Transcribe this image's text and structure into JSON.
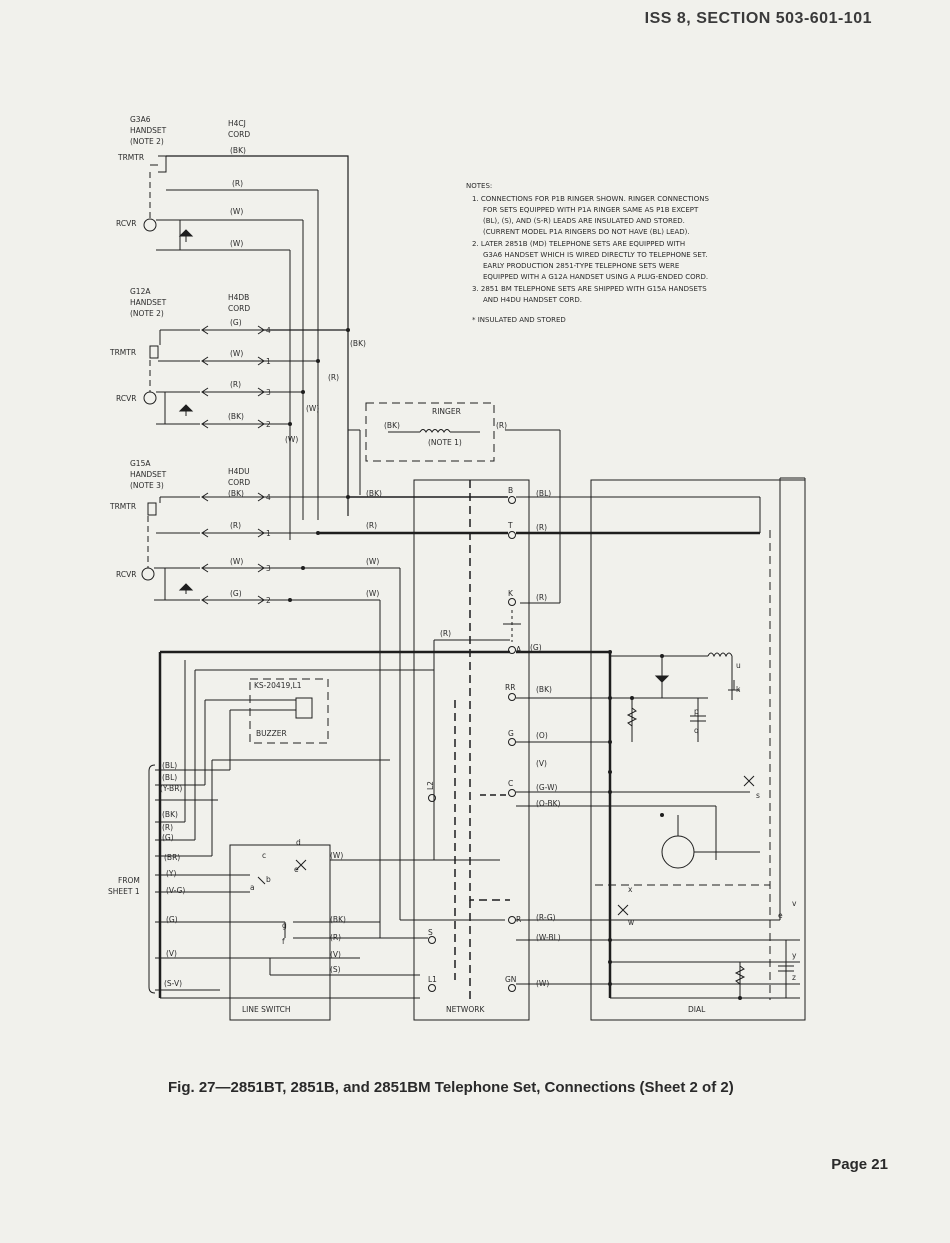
{
  "header": "ISS 8, SECTION 503-601-101",
  "caption": "Fig. 27—2851BT, 2851B, and 2851BM Telephone Set, Connections (Sheet 2 of 2)",
  "page_number": "Page 21",
  "notes": {
    "heading": "NOTES:",
    "lines": [
      "1. CONNECTIONS FOR P1B RINGER SHOWN. RINGER CONNECTIONS",
      "FOR SETS EQUIPPED WITH P1A RINGER SAME AS P1B EXCEPT",
      "(BL), (S), AND (S-R) LEADS ARE INSULATED AND STORED.",
      "(CURRENT MODEL P1A RINGERS DO NOT HAVE (BL) LEAD).",
      "2. LATER 2851B (MD) TELEPHONE SETS ARE EQUIPPED WITH",
      "G3A6 HANDSET WHICH IS WIRED DIRECTLY TO TELEPHONE SET.",
      "EARLY PRODUCTION 2851-TYPE TELEPHONE SETS WERE",
      "EQUIPPED WITH A G12A HANDSET USING A PLUG-ENDED CORD.",
      "3. 2851 BM TELEPHONE SETS ARE SHIPPED WITH G15A HANDSETS",
      "AND H4DU HANDSET CORD.",
      "* INSULATED AND STORED"
    ]
  },
  "handsets": [
    {
      "name": [
        "G3A6",
        "HANDSET",
        "(NOTE 2)"
      ],
      "cord": [
        "H4CJ",
        "CORD"
      ]
    },
    {
      "name": [
        "G12A",
        "HANDSET",
        "(NOTE 2)"
      ],
      "cord": [
        "H4DB",
        "CORD"
      ]
    },
    {
      "name": [
        "G15A",
        "HANDSET",
        "(NOTE 3)"
      ],
      "cord": [
        "H4DU",
        "CORD"
      ]
    }
  ],
  "labels": {
    "trmtr": "TRMTR",
    "rcvr": "RCVR",
    "ringer": "RINGER",
    "ringer_note": "(NOTE 1)",
    "buzzer": "BUZZER",
    "buzzer_code": "KS-20419,L1",
    "line_switch": "LINE SWITCH",
    "network": "NETWORK",
    "dial": "DIAL",
    "from_sheet": [
      "FROM",
      "SHEET 1"
    ]
  },
  "sheet1_leads": [
    "(BL)",
    "(BL)",
    "(Y-BR)",
    "(BK)",
    "(R)",
    "(G)",
    "(BR)",
    "(Y)",
    "(V-G)",
    "(G)",
    "(V)",
    "(S-V)"
  ],
  "network_terminals": [
    "B",
    "T",
    "K",
    "A",
    "RR",
    "G",
    "C",
    "R",
    "S",
    "GN",
    "L1",
    "L2"
  ],
  "network_leads": [
    "(BL)",
    "(R)",
    "(R)",
    "(G)",
    "(BK)",
    "(O)",
    "(V)",
    "(G-W)",
    "(O-BK)",
    "(R-G)",
    "(W-BL)",
    "(W)"
  ],
  "colors": {
    "ink": "#1e1e1e",
    "paper": "#f1f1ec"
  }
}
